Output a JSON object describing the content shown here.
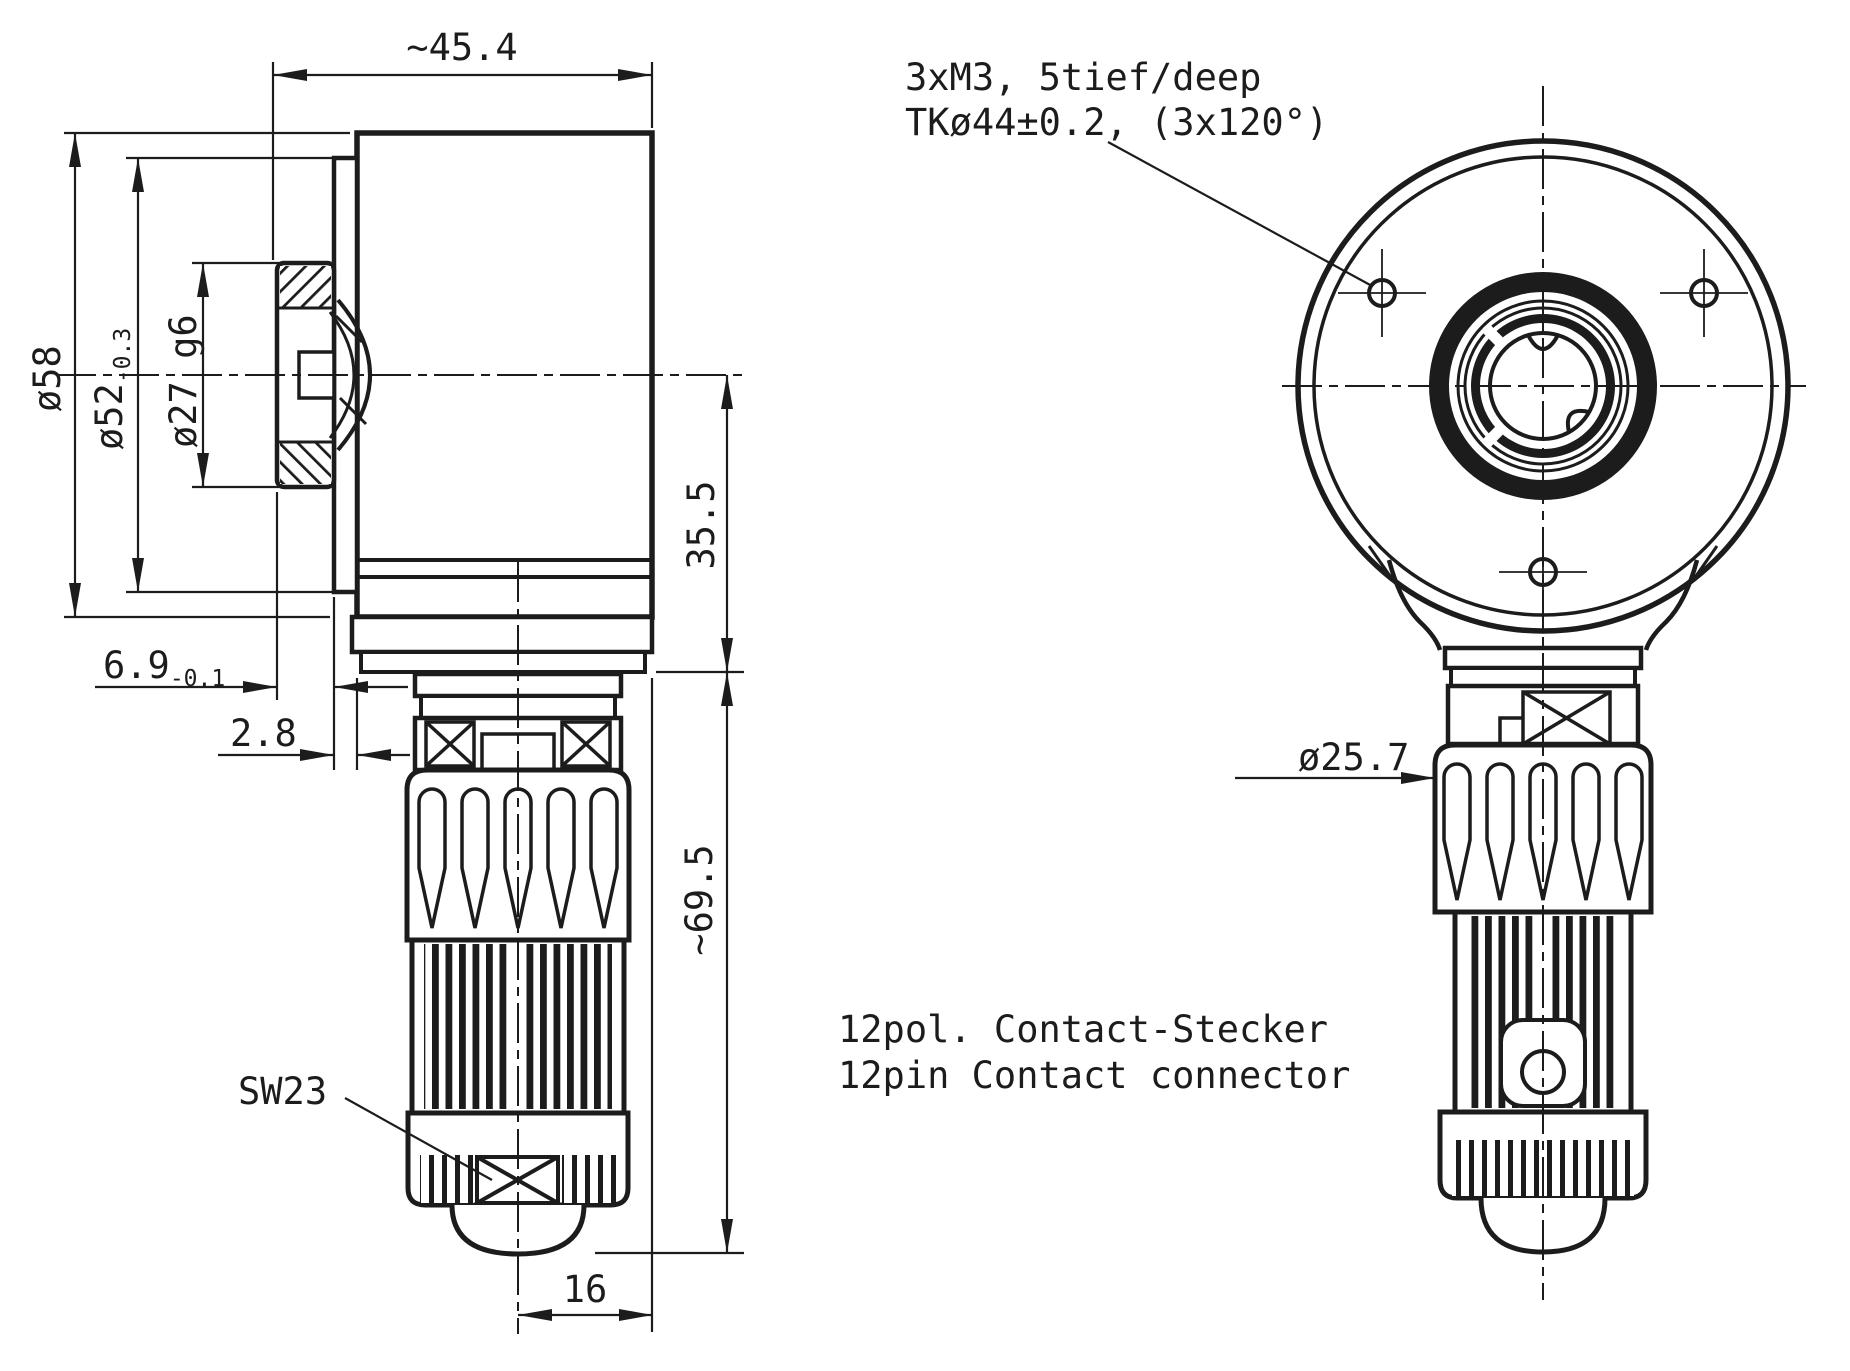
{
  "title": "encoder-dimension-drawing",
  "colors": {
    "line": "#1c1c1c",
    "background": "#ffffff"
  },
  "notes": {
    "mount1": "3xM3, 5tief/deep",
    "mount2": "TKø44±0.2, (3x120°)",
    "conn1": "12pol. Contact-Stecker",
    "conn2": "12pin Contact connector",
    "sw": "SW23"
  },
  "dims": {
    "width": "~45.4",
    "d58": "ø58",
    "d52": "ø52",
    "d52tol": "-0.3",
    "d27": "ø27 g6",
    "h355": "35.5",
    "b69": "6.9",
    "b69tol": "-0.1",
    "b28": "2.8",
    "len695": "~69.5",
    "d257": "ø25.7",
    "w16": "16"
  }
}
